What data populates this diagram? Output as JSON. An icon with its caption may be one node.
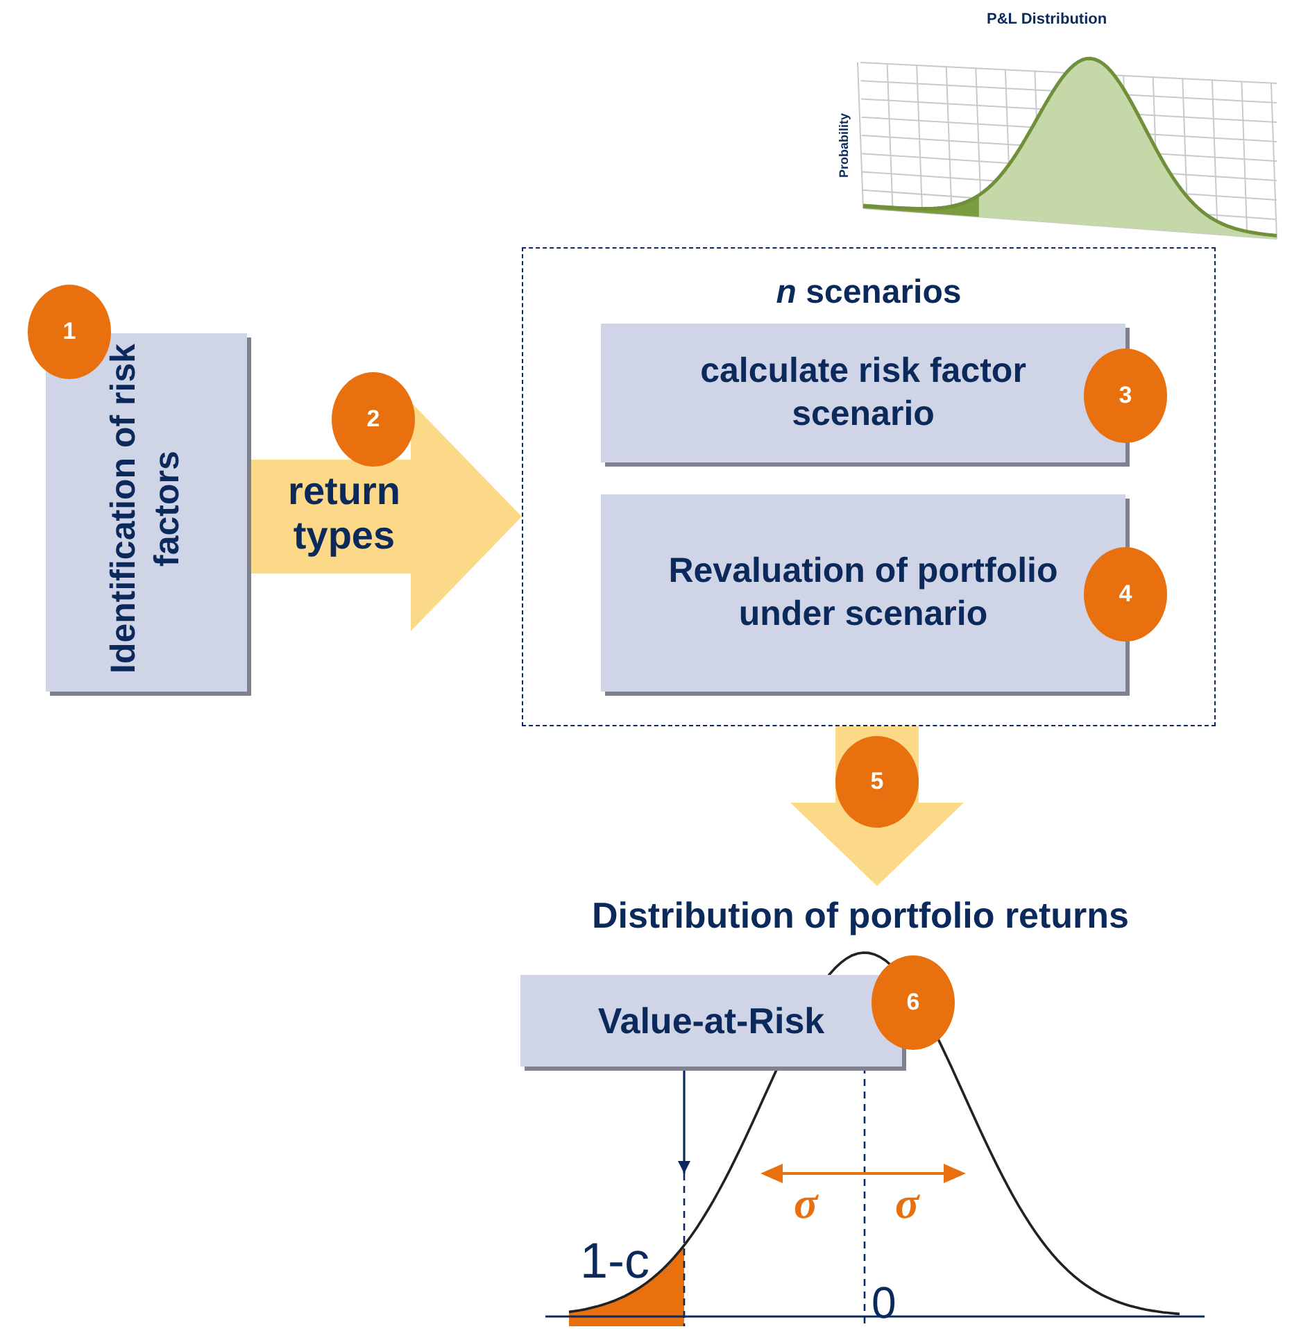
{
  "diagram": {
    "nodes": [
      {
        "text": [
          "Identification of risk factors"
        ]
      },
      {
        "text": [
          "*n* scenarios"
        ]
      },
      {
        "text": [
          "calculate risk factor scenario"
        ],
        "in": 1
      },
      {
        "text": [
          "Revaluation of portfolio under scenario"
        ],
        "in": 1
      },
      {
        "text": [
          "Distribution of portfolio returns"
        ]
      },
      {
        "text": [
          "Value-at-Risk"
        ]
      },
      {
        "text": [
          "1"
        ]
      },
      {
        "text": [
          "2"
        ]
      },
      {
        "text": [
          "3"
        ],
        "in": 1
      },
      {
        "text": [
          "4"
        ],
        "in": 1
      },
      {
        "text": [
          "5"
        ]
      },
      {
        "text": [
          "6"
        ]
      }
    ],
    "edges": [
      {
        "from": 0,
        "to": 1,
        "arrow": "to",
        "label": "return types",
        "style": "thick",
        "color": "#fbd988"
      },
      {
        "from": 1,
        "to": 4,
        "arrow": "to",
        "style": "thick",
        "color": "#fbd988"
      },
      {
        "from": 5,
        "to": null,
        "arrow": "to"
      }
    ],
    "labels": [
      "P&L Distribution",
      "Probability",
      "σ",
      "σ",
      "1-c",
      "0"
    ]
  }
}
